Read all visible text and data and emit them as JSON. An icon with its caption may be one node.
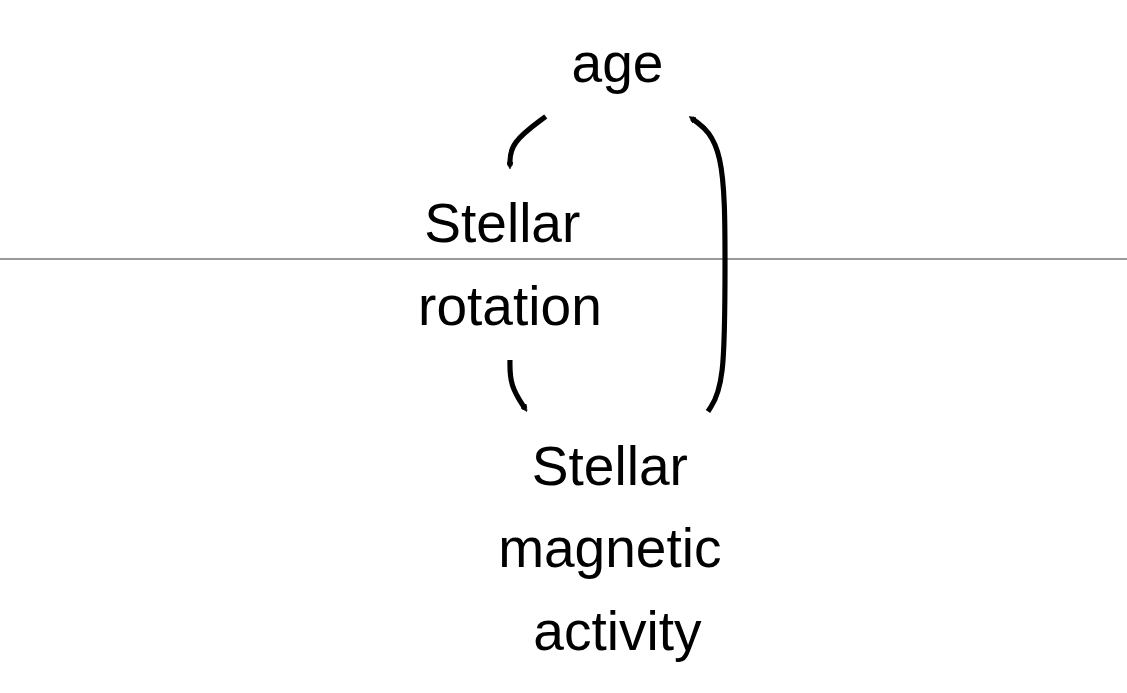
{
  "diagram": {
    "nodes": [
      {
        "text": [
          "age"
        ]
      },
      {
        "text": [
          "Stellar rotation"
        ]
      },
      {
        "text": [
          "Stellar magnetic activity"
        ]
      }
    ],
    "edges": [
      {
        "from": 0,
        "to": 1,
        "arrow": "to"
      },
      {
        "from": 1,
        "to": 2,
        "arrow": "to"
      },
      {
        "from": 2,
        "to": 0,
        "arrow": "to"
      }
    ]
  }
}
